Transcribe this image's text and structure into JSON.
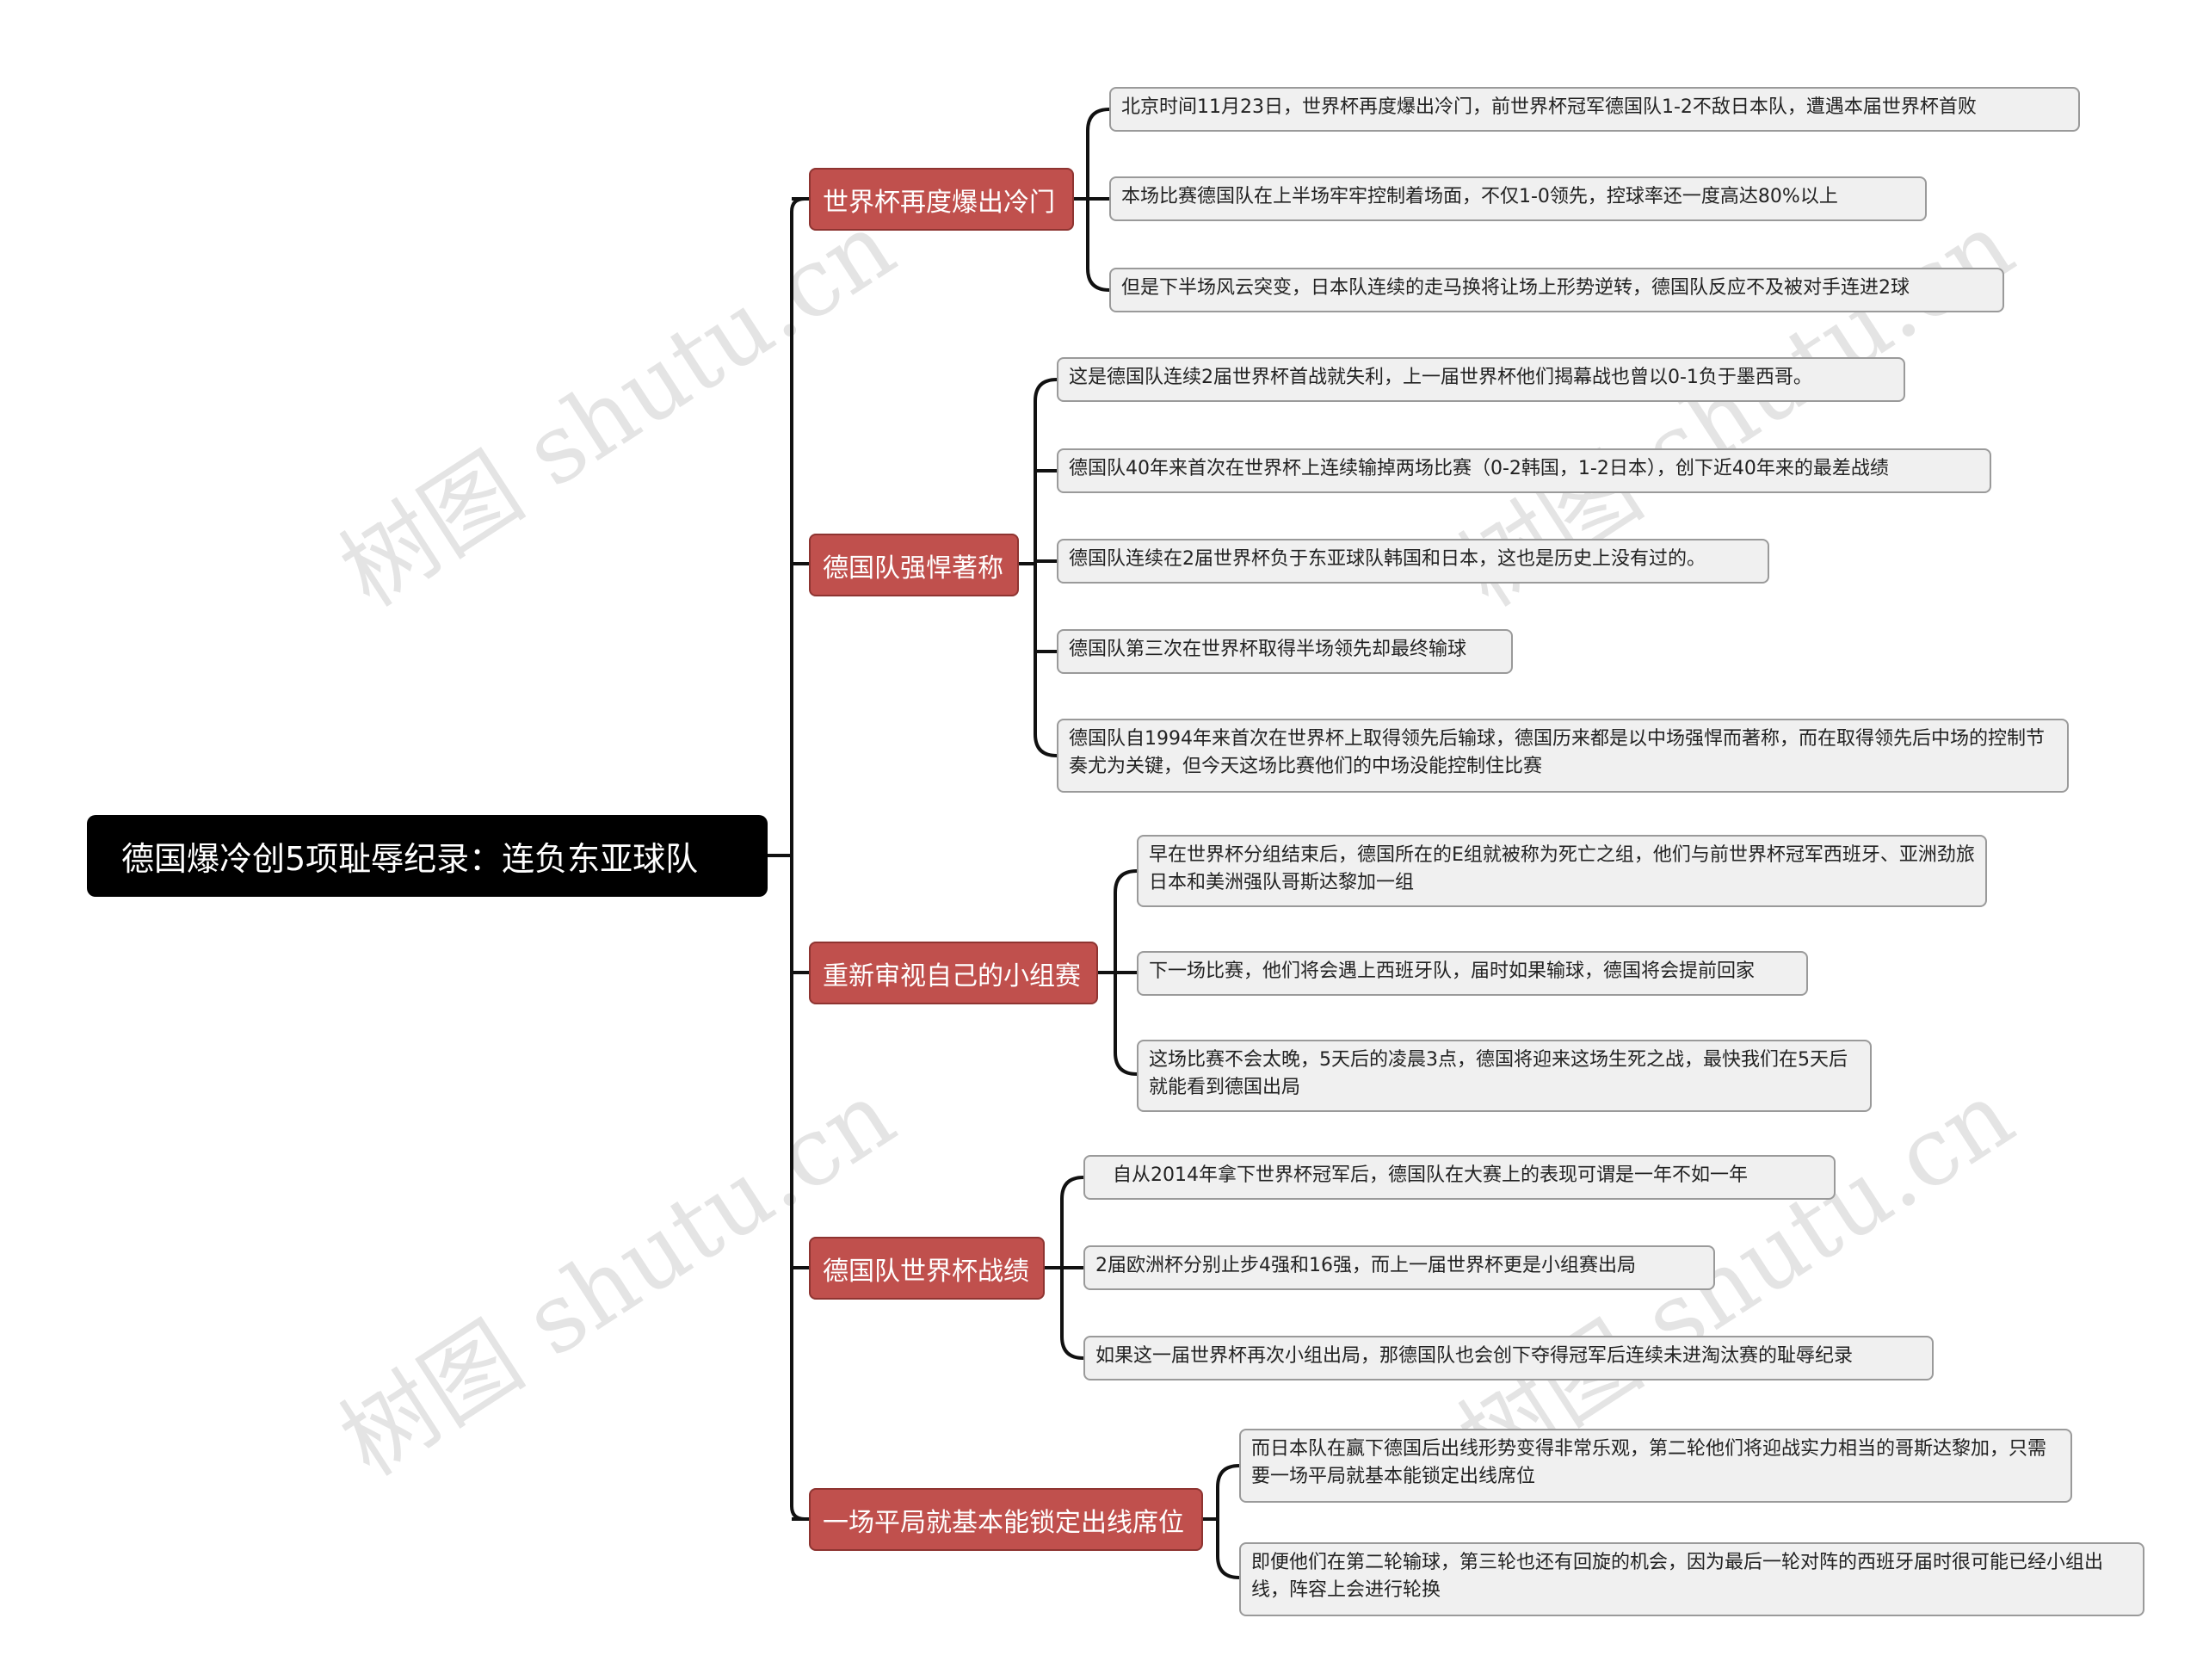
{
  "watermark": "树图 shutu.cn",
  "root": {
    "title": "德国爆冷创5项耻辱纪录：连负东亚球队"
  },
  "branches": [
    {
      "label": "世界杯再度爆出冷门",
      "items": [
        "北京时间11月23日，世界杯再度爆出冷门，前世界杯冠军德国队1-2不敌日本队，遭遇本届世界杯首败",
        "本场比赛德国队在上半场牢牢控制着场面，不仅1-0领先，控球率还一度高达80%以上",
        "但是下半场风云突变，日本队连续的走马换将让场上形势逆转，德国队反应不及被对手连进2球"
      ]
    },
    {
      "label": "德国队强悍著称",
      "items": [
        "这是德国队连续2届世界杯首战就失利，上一届世界杯他们揭幕战也曾以0-1负于墨西哥。",
        "德国队40年来首次在世界杯上连续输掉两场比赛（0-2韩国，1-2日本），创下近40年来的最差战绩",
        "德国队连续在2届世界杯负于东亚球队韩国和日本，这也是历史上没有过的。",
        "德国队第三次在世界杯取得半场领先却最终输球",
        "德国队自1994年来首次在世界杯上取得领先后输球，德国历来都是以中场强悍而著称，而在取得领先后中场的控制节奏尤为关键，但今天这场比赛他们的中场没能控制住比赛"
      ]
    },
    {
      "label": "重新审视自己的小组赛",
      "items": [
        "早在世界杯分组结束后，德国所在的E组就被称为死亡之组，他们与前世界杯冠军西班牙、亚洲劲旅日本和美洲强队哥斯达黎加一组",
        "下一场比赛，他们将会遇上西班牙队，届时如果输球，德国将会提前回家",
        "这场比赛不会太晚，5天后的凌晨3点，德国将迎来这场生死之战，最快我们在5天后就能看到德国出局"
      ]
    },
    {
      "label": "德国队世界杯战绩",
      "items": [
        "自从2014年拿下世界杯冠军后，德国队在大赛上的表现可谓是一年不如一年",
        "2届欧洲杯分别止步4强和16强，而上一届世界杯更是小组赛出局",
        "如果这一届世界杯再次小组出局，那德国队也会创下夺得冠军后连续未进淘汰赛的耻辱纪录"
      ]
    },
    {
      "label": "一场平局就基本能锁定出线席位",
      "items": [
        "而日本队在赢下德国后出线形势变得非常乐观，第二轮他们将迎战实力相当的哥斯达黎加，只需要一场平局就基本能锁定出线席位",
        "即便他们在第二轮输球，第三轮也还有回旋的机会，因为最后一轮对阵的西班牙届时很可能已经小组出线，阵容上会进行轮换"
      ]
    }
  ]
}
